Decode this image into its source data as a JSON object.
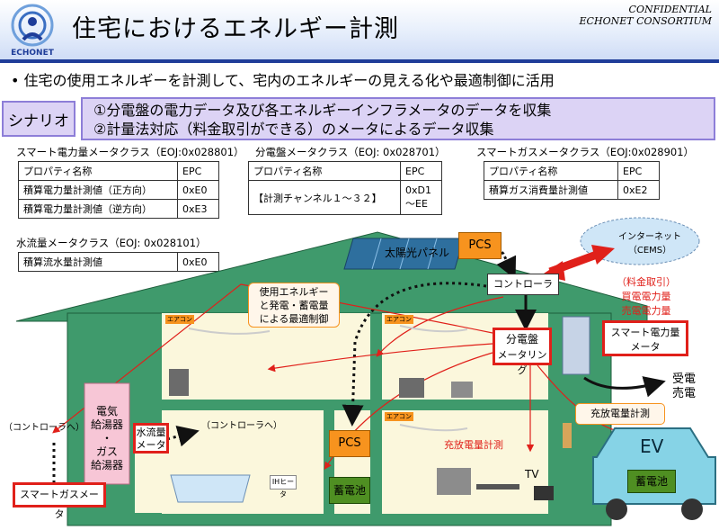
{
  "header": {
    "title": "住宅におけるエネルギー計測",
    "logo_text": "ECHONET",
    "confidential_line1": "CONFIDENTIAL",
    "confidential_line2": "ECHONET CONSORTIUM"
  },
  "bullet": "住宅の使用エネルギーを計測して、宅内のエネルギーの見える化や最適制御に活用",
  "scenario": {
    "label": "シナリオ",
    "line1": "①分電盤の電力データ及び各エネルギーインフラメータのデータを収集",
    "line2": "②計量法対応（料金取引ができる）のメータによるデータ収集"
  },
  "classes": {
    "smart_meter": {
      "title": "スマート電力量メータクラス（EOJ:0x028801）",
      "header": [
        "プロパティ名称",
        "EPC"
      ],
      "rows": [
        [
          "積算電力量計測値（正方向）",
          "0xE0"
        ],
        [
          "積算電力量計測値（逆方向）",
          "0xE3"
        ]
      ]
    },
    "distribution": {
      "title": "分電盤メータクラス（EOJ: 0x028701）",
      "header": [
        "プロパティ名称",
        "EPC"
      ],
      "rows": [
        [
          "【計測チャンネル１～３２】",
          "0xD1～EE"
        ]
      ]
    },
    "gas_meter": {
      "title": "スマートガスメータクラス（EOJ:0x028901）",
      "header": [
        "プロパティ名称",
        "EPC"
      ],
      "rows": [
        [
          "積算ガス消費量計測値",
          "0xE2"
        ]
      ]
    },
    "water_meter": {
      "title": "水流量メータクラス（EOJ: 0x028101）",
      "rows": [
        [
          "積算流水量計測値",
          "0xE0"
        ]
      ]
    }
  },
  "diagram": {
    "solar": "太陽光パネル",
    "pcs_top": "PCS",
    "controller": "コントローラ",
    "internet_line1": "インターネット",
    "internet_line2": "（CEMS）",
    "fee_line1": "（料金取引）",
    "fee_line2": "買電電力量",
    "fee_line3": "売電電力量",
    "smart_meter_line1": "スマート電力量",
    "smart_meter_line2": "メータ",
    "receive": "受電",
    "sell": "売電",
    "callout_line1": "使用エネルギー",
    "callout_line2": "と発電・蓄電量",
    "callout_line3": "による最適制御",
    "panel_line1": "分電盤",
    "panel_line2": "メータリング",
    "aircon": "エアコン",
    "pcs_bottom": "PCS",
    "battery": "蓄電池",
    "charge_meter": "充放電量計測",
    "charge_text": "充放電量計測",
    "tv": "TV",
    "ev": "EV",
    "ev_battery": "蓄電池",
    "water_line1": "水流量",
    "water_line2": "メータ",
    "to_controller_right": "（コントローラへ）",
    "to_controller_left": "（コントローラへ）",
    "heater_lines": [
      "電気",
      "給湯器",
      "・",
      "ガス",
      "給湯器"
    ],
    "gas_meter": "スマートガスメータ",
    "ih": "IHヒータ"
  },
  "colors": {
    "house_wall": "#3f9a6c",
    "room": "#fbf7dc",
    "accent_red": "#e0201a",
    "scenario_fill": "#dcd3f5",
    "header_rule": "#1f3d99"
  }
}
